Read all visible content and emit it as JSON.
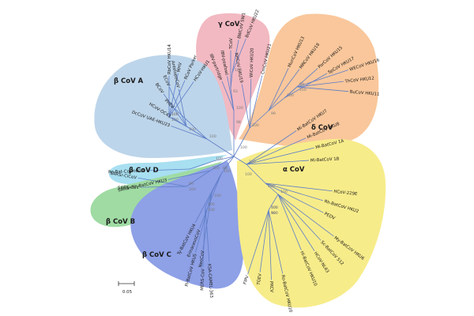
{
  "colors": {
    "gamma": "#f2b9c2",
    "delta": "#f9c79b",
    "betaA": "#bdd5ea",
    "betaD": "#a8dff1",
    "betaB": "#9fdba3",
    "betaC": "#8ea0e6",
    "alpha": "#f7ec8a",
    "branch": "#5e7ec8",
    "highlight": "#e8192c"
  },
  "groups": {
    "gamma": "γ CoV",
    "delta": "δ CoV",
    "betaA": "β CoV A",
    "betaD": "β CoV D",
    "betaB": "β CoV B",
    "betaC": "β CoV C",
    "alpha": "α CoV"
  },
  "gamma_leaves": [
    "IBV-partridge",
    "IBV-peafowl",
    "TCoV",
    "BWCoV SW1",
    "BdCoV HKU22"
  ],
  "gamma_boot": [
    "100",
    "93",
    "100"
  ],
  "delta_leaves": [
    "NHCoV HKU19",
    "WiCoV HKU20",
    "CmCoV HKU21",
    "MunCoV HKU13",
    "MRCoV HKU18",
    "PorCoV HKU15",
    "SpCoV HKU17",
    "WECoV HKU16",
    "ThCoV HKU12",
    "BuCoV HKU11"
  ],
  "delta_boot": [
    "100",
    "99",
    "100",
    "100",
    "99"
  ],
  "betaA_leaves": [
    "DcCoV UAE-HKU23",
    "HCoV-OC43",
    "PHEV",
    "BCoV",
    "ECoV",
    "AntelopeCoV",
    "RbCoV HKU14",
    "MHV",
    "RCoV Parker",
    "HCoV-HKU1"
  ],
  "betaA_boot": [
    "100",
    "100",
    "100",
    "100",
    "100"
  ],
  "betaD_leaves": [
    "Ro-Bat-CoV HKU9"
  ],
  "betaD_boot": [
    "100"
  ],
  "betaB_leaves": [
    "SARSr-Rh-BatCoV HKU3",
    "SARS-CoV",
    "SARSr-CiCoV"
  ],
  "betaB_boot": [
    "100",
    "100",
    "99"
  ],
  "betaC_leaves": [
    "Ty-BatCoV HKU4",
    "ErinaceusCoV",
    "Pi-BatCoV HKU5",
    "NeoCoV",
    "MERS-CoV",
    "KSA-CAMEL-363"
  ],
  "betaC_boot": [
    "100",
    "100",
    "100",
    "100"
  ],
  "alpha_leaves": [
    "Mi-BatCoV HKU7",
    "Mi-BatCoV HKU8",
    "Mi-BatCoV 1A",
    "Mi-BatCoV 1B",
    "HCoV-229E",
    "Rh-BatCoV HKU2",
    "PEDV",
    "My-BatCoV HKU6",
    "Sc-BatCoV 512",
    "HCoV-NL63",
    "Hi-BatCoV HKU10",
    "Ro-BatCoV HKU10",
    "PRCV",
    "TGEV",
    "FIPV"
  ],
  "alpha_boot": [
    "100",
    "100",
    "100",
    "93",
    "100",
    "100",
    "100",
    "100",
    "100"
  ],
  "root_boot": [
    "98",
    "100",
    "88",
    "100"
  ],
  "scale_label": "0.05"
}
